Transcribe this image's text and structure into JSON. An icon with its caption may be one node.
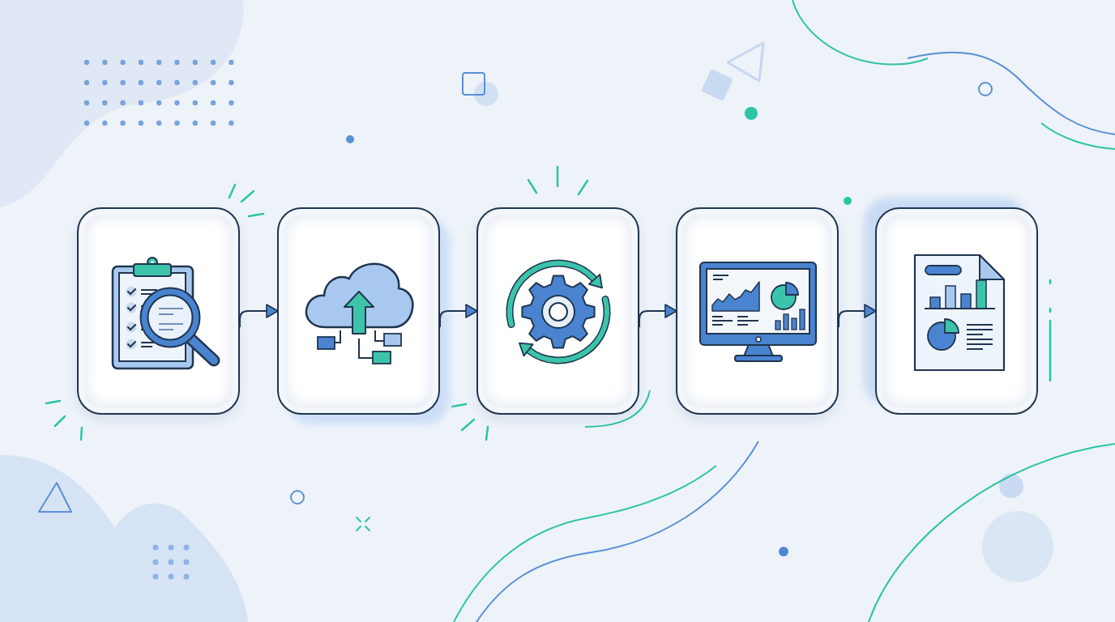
{
  "diagram": {
    "nodes": [
      {
        "text": [],
        "shape": "picture"
      },
      {
        "text": [],
        "shape": "picture"
      },
      {
        "text": [],
        "shape": "picture"
      },
      {
        "text": [],
        "shape": "picture"
      },
      {
        "text": [],
        "shape": "picture"
      }
    ],
    "edges": [
      {
        "from": 0,
        "to": 1,
        "arrow": "to"
      },
      {
        "from": 1,
        "to": 2,
        "arrow": "to"
      },
      {
        "from": 2,
        "to": 3,
        "arrow": "to"
      },
      {
        "from": 3,
        "to": 4,
        "arrow": "to"
      }
    ]
  }
}
